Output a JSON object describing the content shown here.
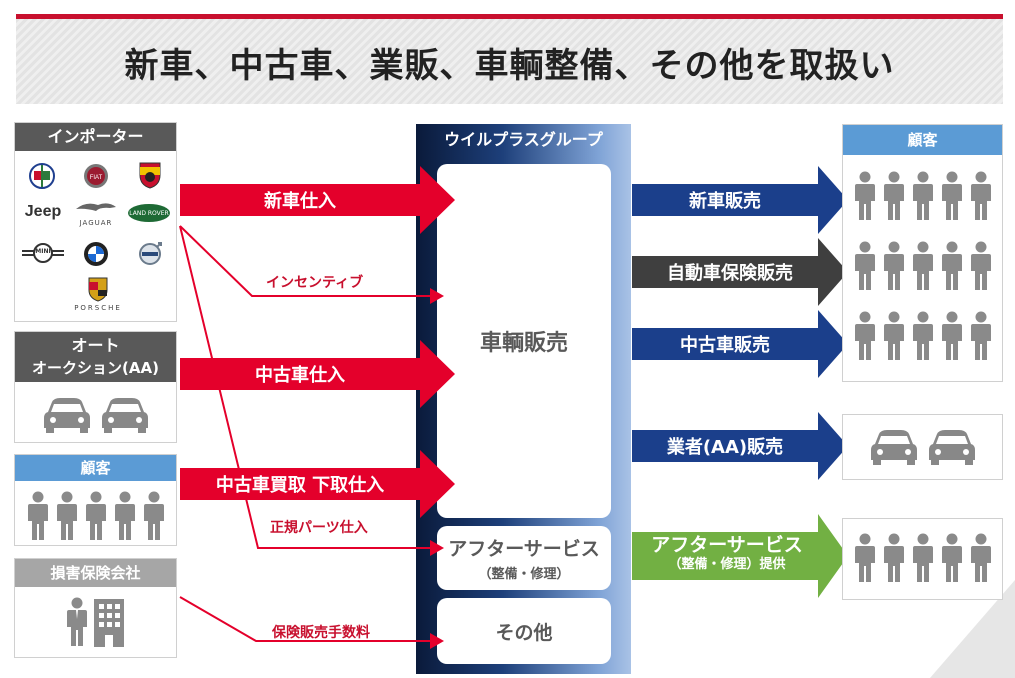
{
  "title": "新車、中古車、業販、車輌整備、その他を取扱い",
  "sources": {
    "importer": {
      "header": "インポーター",
      "brands": [
        "Jeep",
        "JAGUAR",
        "LAND ROVER",
        "MINI",
        "PORSCHE"
      ]
    },
    "auction": {
      "header_line1": "オート",
      "header_line2": "オークション(AA)"
    },
    "customer": {
      "header": "顧客"
    },
    "insurance": {
      "header": "損害保険会社"
    }
  },
  "inflows": {
    "new_car": "新車仕入",
    "incentive": "インセンティブ",
    "used_car": "中古車仕入",
    "trade_in": "中古車買取 下取仕入",
    "parts": "正規パーツ仕入",
    "insurance_fee": "保険販売手数料"
  },
  "group": {
    "header": "ウイルプラスグループ",
    "vehicle_sales": "車輌販売",
    "after_service": "アフターサービス",
    "after_service_sub": "（整備・修理）",
    "other": "その他"
  },
  "outflows": {
    "new_car_sales": "新車販売",
    "insurance_sales": "自動車保険販売",
    "used_car_sales": "中古車販売",
    "dealer_sales": "業者(AA)販売",
    "after_service": "アフターサービス",
    "after_service_sub": "（整備・修理）提供"
  },
  "targets": {
    "customer_header": "顧客"
  },
  "colors": {
    "red": "#e4002b",
    "navy": "#1b3f8b",
    "gray": "#3f3f3f",
    "green": "#72b043",
    "blue_header": "#5b9bd5"
  }
}
